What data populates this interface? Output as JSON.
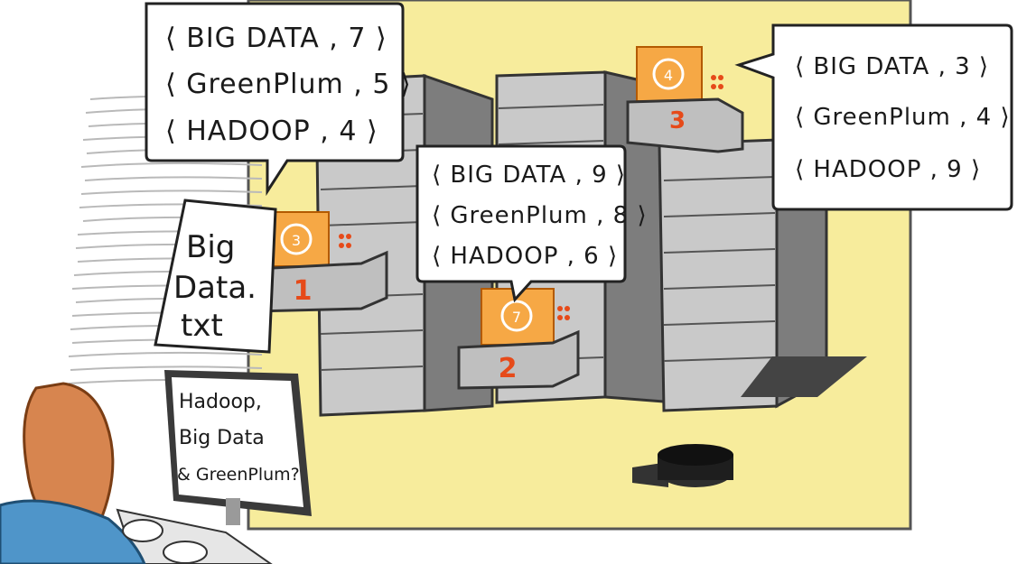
{
  "bubbles": {
    "left": [
      "⟨ BIG DATA , 7 ⟩",
      "⟨ GreenPlum , 5 ⟩",
      "⟨ HADOOP , 4 ⟩"
    ],
    "center": [
      "⟨ BIG DATA , 9 ⟩",
      "⟨ GreenPlum , 8 ⟩",
      "⟨ HADOOP , 6 ⟩"
    ],
    "right": [
      "⟨ BIG DATA , 3 ⟩",
      "⟨ GreenPlum , 4 ⟩",
      "⟨ HADOOP , 9 ⟩"
    ]
  },
  "file_note": [
    "Big",
    "Data.",
    "txt"
  ],
  "monitor": [
    "Hadoop,",
    "Big Data",
    "& GreenPlum?"
  ],
  "nodes": [
    {
      "label": "1",
      "cube_mark": "3"
    },
    {
      "label": "2",
      "cube_mark": "7"
    },
    {
      "label": "3",
      "cube_mark": "4"
    }
  ],
  "colors": {
    "wall": "#f7ec9c",
    "rack": "#c9c9c9",
    "rack_dark": "#7d7d7d",
    "cube": "#f6a845",
    "number": "#e64a19",
    "hair": "#d7854f",
    "shirt": "#4f95c9"
  }
}
